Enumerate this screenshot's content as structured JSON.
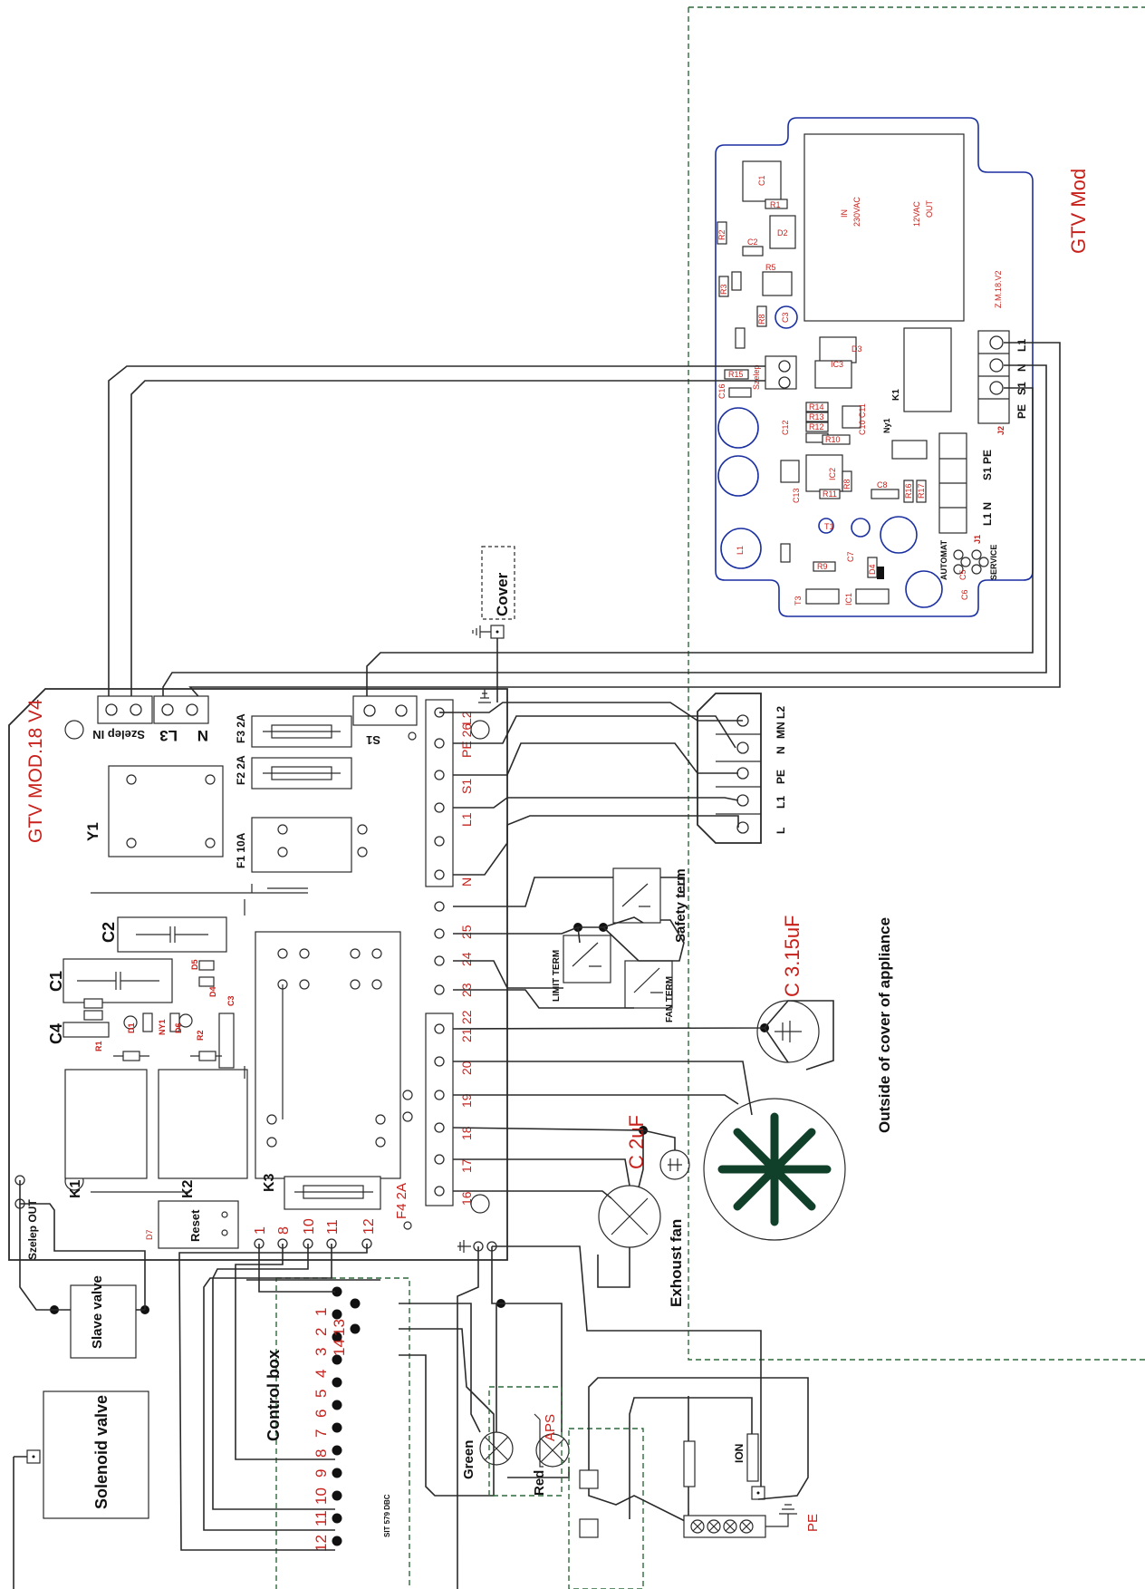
{
  "main_board": {
    "title": "GTV MOD.18 V4",
    "fuse_labels": [
      "F3 2A",
      "F2 2A",
      "F1 10A",
      "F4 2A"
    ],
    "relay_labels": [
      "Y1",
      "K1",
      "K2",
      "K3"
    ],
    "capacitor_labels": [
      "C1",
      "C2",
      "C4",
      "C3"
    ],
    "small_labels": [
      "R1",
      "R2",
      "D1",
      "D4",
      "D5",
      "D6",
      "D7",
      "NY1"
    ],
    "reset_label": "Reset",
    "connector_labels": {
      "szelep_in": "Szelep IN",
      "l3": "L3",
      "n": "N",
      "s1": "S1",
      "szelep_out": "Szelep OUT"
    },
    "right_terminals_top": [
      "L2",
      "PE 26",
      "S1",
      "L1",
      "N"
    ],
    "right_terminals_mid": [
      "25",
      "24",
      "23",
      "22"
    ],
    "right_terminals_bottom": [
      "21",
      "20",
      "19",
      "18",
      "17",
      "16"
    ],
    "bottom_terminals": [
      "1",
      "8",
      "10",
      "11",
      "12"
    ]
  },
  "gtv_mod": {
    "title": "GTV Mod",
    "transformer_in": "IN\n230VAC",
    "transformer_out": "12VAC\nOUT",
    "board_name": "Z.M.18.V2",
    "terminal_labels": [
      "L1",
      "N",
      "S1",
      "PE",
      "J2"
    ],
    "j1_labels": [
      "L1 N",
      "S1 PE",
      "J1"
    ],
    "automat_label": "AUTOMAT",
    "service_label": "SERVICE",
    "szelep_label": "Szelep"
  },
  "external": {
    "cover": "Cover",
    "power_terminal_labels": [
      "MN L2",
      "N",
      "PE",
      "L1",
      "L"
    ],
    "safety_term": "Safety term",
    "limit_term": "LIMIT TERM",
    "fan_term": "FAN TERM",
    "capacitor_fan": "C 3.15uF",
    "capacitor_exhaust": "C 2uF",
    "outside_label": "Outside of cover of appliance",
    "exhaust_fan": "Exhoust fan",
    "green": "Green",
    "red": "Red",
    "aps": "APS",
    "ion": "ION",
    "pe": "PE",
    "control_box": "Control box",
    "control_box_model": "SIT 579 DBC",
    "control_box_pins": [
      "1",
      "2",
      "3",
      "4",
      "5",
      "6",
      "7",
      "8",
      "9",
      "10",
      "11",
      "12",
      "13",
      "14"
    ],
    "slave_valve": "Slave valve",
    "solenoid_valve": "Solenoid valve"
  }
}
